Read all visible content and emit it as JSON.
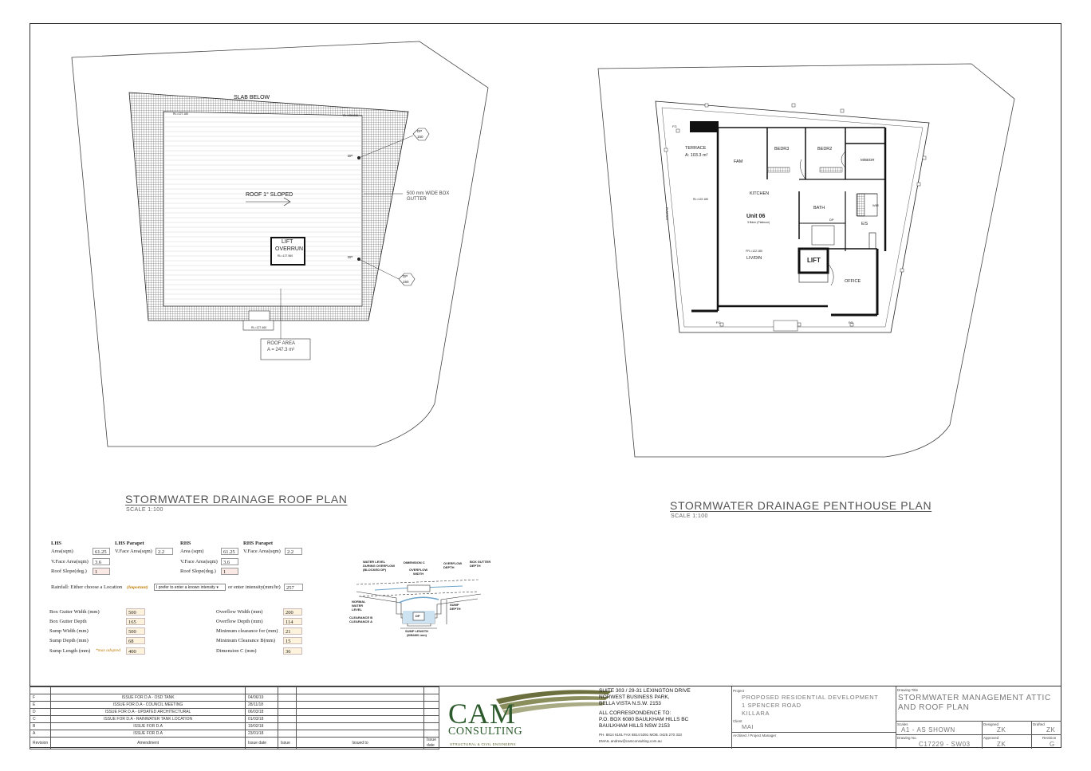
{
  "roof_plan": {
    "title": "STORMWATER DRAINAGE ROOF PLAN",
    "scale": "SCALE 1:100",
    "slab_below": "SLAB BELOW",
    "roof_sloped": "ROOF 1° SLOPED",
    "lift_overrun": [
      "LIFT",
      "OVERRUN"
    ],
    "lift_rl": "RL=127.560",
    "box_gutter": [
      "500 mm WIDE BOX",
      "GUTTER"
    ],
    "roof_area": [
      "ROOF AREA",
      "A = 247.3 m²"
    ],
    "dp_label": "DP",
    "dp_size": "150",
    "rl_tl": "RL=127.180",
    "rl_tr": "RL=126.810",
    "rl_bottom": "RL=127.460"
  },
  "penthouse_plan": {
    "title": "STORMWATER DRAINAGE PENTHOUSE PLAN",
    "scale": "SCALE 1:100",
    "terrace": [
      "TERRACE",
      "A: 103.3 m²"
    ],
    "rooms": {
      "fam": "FAM",
      "bedr3": "BEDR3",
      "bedr2": "BEDR2",
      "mbedr": "M/BEDR",
      "kitchen": "KITCHEN",
      "bath": "BATH",
      "unit": "Unit 06",
      "unit_sub": "3 Bdrm (Platinum)",
      "livdin": "LIV/DIN",
      "lift": "LIFT",
      "office": "OFFICE",
      "es": "E/S",
      "dp": "DP",
      "wir": "WIR",
      "planter": "PLANTER"
    },
    "rl_a": "RL=122.180",
    "rl_b": "FFL=122.180",
    "fg": "FG"
  },
  "calc": {
    "lhs": {
      "heading": "LHS",
      "area_label": "Area(sqm)",
      "area": "61.25",
      "vface_label": "V.Face Area(sqm)",
      "vface": "3.6",
      "slope_label": "Roof Slope(deg.)",
      "slope": "1"
    },
    "lhs_parapet": {
      "heading": "LHS Parapet",
      "vface_label": "V.Face Area(sqm)",
      "vface": "2.2"
    },
    "rhs": {
      "heading": "RHS",
      "area_label": "Area (sqm)",
      "area": "61.25",
      "vface_label": "V.Face Area(sqm)",
      "vface": "3.6",
      "slope_label": "Roof Slope(deg.)",
      "slope": "1"
    },
    "rhs_parapet": {
      "heading": "RHS Parapet",
      "vface_label": "V.Face Area(sqm)",
      "vface": "2.2"
    },
    "rainfall_label": "Rainfall: Either choose a Location",
    "important": "(Important)",
    "select_value": "I prefer to enter a known intensity",
    "or_enter": "or enter intensity(mm/hr)",
    "intensity": "257",
    "rows_left": [
      {
        "label": "Box Gutter Width (mm)",
        "value": "500"
      },
      {
        "label": "Box Gutter Depth",
        "value": "165"
      },
      {
        "label": "Sump Width (mm)",
        "value": "500"
      },
      {
        "label": "Sump Depth (mm)",
        "value": "68"
      },
      {
        "label": "Sump Length (mm)",
        "value": "400"
      }
    ],
    "max_adopted": "*max adopted",
    "rows_right": [
      {
        "label": "Overflow Width (mm)",
        "value": "200"
      },
      {
        "label": "Overflow Depth (mm)",
        "value": "114"
      },
      {
        "label": "Minimum clearance for (mm)",
        "value": "21"
      },
      {
        "label": "Minimum Clearance B(mm)",
        "value": "15"
      },
      {
        "label": "Dimension C (mm)",
        "value": "36"
      }
    ]
  },
  "diagram": {
    "water_level": [
      "WATER LEVEL",
      "DURING OVERFLOW",
      "(BLOCKED DP)"
    ],
    "dim_c": "DIMENSION C",
    "overflow_width": [
      "OVERFLOW",
      "WIDTH"
    ],
    "overflow_depth": [
      "OVERFLOW",
      "DEPTH"
    ],
    "box_gutter_depth": [
      "BOX GUTTER",
      "DEPTH"
    ],
    "normal_water": [
      "NORMAL",
      "WATER",
      "LEVEL"
    ],
    "clearance": [
      "CLEARANCE B",
      "CLEARANCE A"
    ],
    "sump_depth": [
      "SUMP",
      "DEPTH"
    ],
    "dp": "DP",
    "sump_length": [
      "SUMP LENGTH",
      "(MIN400 mm)"
    ]
  },
  "revisions": {
    "headers": [
      "Revision",
      "Amendment",
      "Issue date",
      "Issue",
      "Issued to",
      "Issue date"
    ],
    "rows": [
      {
        "rev": "F",
        "amend": "ISSUE FOR D.A - OSD TANK",
        "date": "04/06/19"
      },
      {
        "rev": "E",
        "amend": "ISSUE FOR D.A - COUNCIL MEETING",
        "date": "28/11/18"
      },
      {
        "rev": "D",
        "amend": "ISSUE FOR D.A - UPDATED ARCHITECTURAL",
        "date": "06/03/18"
      },
      {
        "rev": "C",
        "amend": "ISSUE FOR D.A - RAINWATER TANK LOCATION",
        "date": "01/03/18"
      },
      {
        "rev": "B",
        "amend": "ISSUE FOR D.A",
        "date": "19/02/18"
      },
      {
        "rev": "A",
        "amend": "ISSUE FOR D.A",
        "date": "23/01/18"
      }
    ]
  },
  "company": {
    "logo": "CAM",
    "logo_sub": "CONSULTING",
    "tagline": "STRUCTURAL & CIVIL ENGINEERS",
    "address": [
      "SUITE 303 / 29-31 LEXINGTON DRIVE",
      "NORWEST BUSINESS PARK,",
      "BELLA VISTA N.S.W. 2153"
    ],
    "correspondence": [
      "ALL CORRESPONDENCE TO:",
      "P.O. BOX 6080 BAULKHAM HILLS BC",
      "BAULKHAM HILLS NSW 2153"
    ],
    "phone": "PH. 8814 6191  FAX 8814 5391  MOB. 0425 270 333",
    "email": "EMAIL andrew@camconsulting.com.au"
  },
  "project": {
    "project_label": "Project",
    "project": [
      "PROPOSED RESIDENTIAL DEVELOPMENT",
      "1 SPENCER ROAD",
      "KILLARA"
    ],
    "client_label": "Client",
    "client": "MAI",
    "architect_label": "Architect / Project Manager"
  },
  "drawing": {
    "title_label": "Drawing Title",
    "title": [
      "STORMWATER MANAGEMENT ATTIC",
      "AND ROOF PLAN"
    ],
    "scales_label": "Scales",
    "scales": "A1 - AS SHOWN",
    "designed_label": "Designed",
    "designed": "ZK",
    "drafted_label": "Drafted",
    "drafted": "ZK",
    "number_label": "Drawing No.",
    "number": "C17229 - SW03",
    "approved_label": "Approved",
    "approved": "ZK",
    "revision_label": "Revision",
    "revision": "G"
  }
}
